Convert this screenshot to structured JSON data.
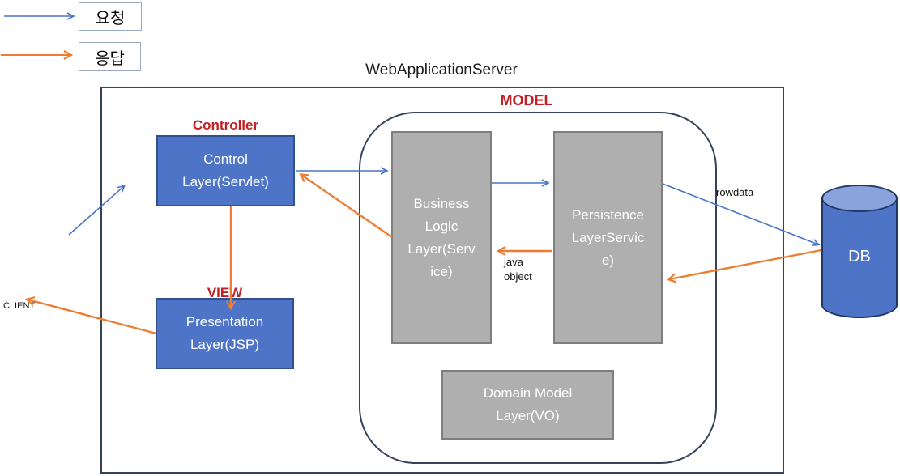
{
  "title": "WebApplicationServer",
  "legend": {
    "request_label": "요청",
    "response_label": "응답"
  },
  "labels": {
    "model": "MODEL",
    "controller": "Controller",
    "view": "VIEW",
    "client": "CLIENT",
    "rowdata": "rowdata",
    "java_object": "java\nobject"
  },
  "boxes": {
    "control": "Control\nLayer(Servlet)",
    "presentation": "Presentation\nLayer(JSP)",
    "business": "Business\nLogic\nLayer(Serv\nice)",
    "persistence": "Persistence\nLayerServic\ne)",
    "domain": "Domain Model\nLayer(VO)",
    "db": "DB"
  },
  "colors": {
    "blue_box_fill": "#4e74c8",
    "blue_box_border": "#2f528f",
    "gray_box_fill": "#afafaf",
    "gray_box_border": "#7f7f7f",
    "container_outline": "#34425a",
    "arrow_request_blue": "#4a74c6",
    "arrow_response_orange": "#ed7d31",
    "label_red": "#c21e25",
    "db_top_fill": "#8ba3dd"
  }
}
